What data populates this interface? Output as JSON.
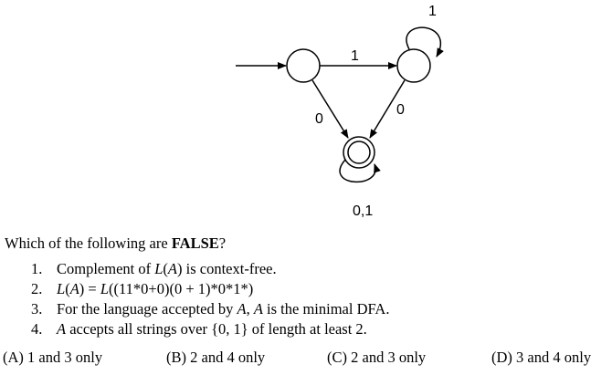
{
  "diagram": {
    "labels": {
      "edge_q0_q1": "1",
      "self_q1": "1",
      "edge_q0_q2": "0",
      "edge_q1_q2": "0",
      "self_q2": "0,1"
    }
  },
  "question": {
    "prefix": "Which of the following are ",
    "emphasis": "FALSE",
    "suffix": "?"
  },
  "statements": [
    {
      "num": "1.",
      "text_a": "Complement of ",
      "math_a": "L",
      "text_b": "(",
      "math_b": "A",
      "text_c": ") is context-free."
    },
    {
      "num": "2.",
      "math_a": "L",
      "text_a": "(",
      "math_b": "A",
      "text_b": ") = ",
      "math_c": "L",
      "text_c": "((11*0+0)(0 + 1)*0*1*)"
    },
    {
      "num": "3.",
      "text_a": "For the language accepted by ",
      "math_a": "A",
      "text_b": ", ",
      "math_b": "A",
      "text_c": " is the minimal DFA."
    },
    {
      "num": "4.",
      "math_a": "A",
      "text_a": " accepts all strings over {0, 1} of length at least 2."
    }
  ],
  "options": [
    {
      "label": "(A) 1 and 3 only"
    },
    {
      "label": "(B) 2 and 4 only"
    },
    {
      "label": "(C)  2 and 3 only"
    },
    {
      "label": "(D)  3 and 4 only"
    }
  ]
}
